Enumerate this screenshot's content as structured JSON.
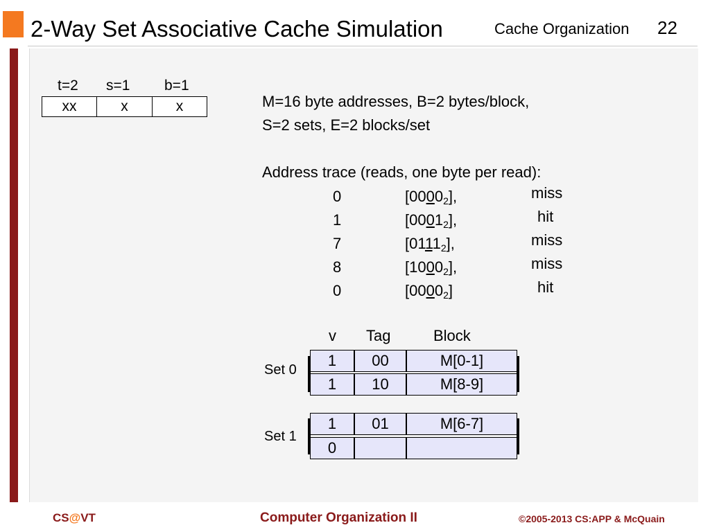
{
  "header": {
    "title": "2-Way Set Associative Cache Simulation",
    "section": "Cache Organization",
    "page_number": "22"
  },
  "address_fields": {
    "labels": [
      "t=2",
      "s=1",
      "b=1"
    ],
    "boxes": [
      "xx",
      "x",
      "x"
    ]
  },
  "params": {
    "line1": "M=16 byte addresses, B=2 bytes/block,",
    "line2": "S=2 sets, E=2 blocks/set",
    "trace_title": "Address trace (reads, one byte per read):"
  },
  "trace": [
    {
      "addr": "0",
      "prefix": "[00",
      "under": "0",
      "last": "0",
      "sub": "2",
      "suffix": "],",
      "result": "miss"
    },
    {
      "addr": "1",
      "prefix": "[00",
      "under": "0",
      "last": "1",
      "sub": "2",
      "suffix": "],",
      "result": "hit"
    },
    {
      "addr": "7",
      "prefix": "[01",
      "under": "1",
      "last": "1",
      "sub": "2",
      "suffix": "],",
      "result": "miss"
    },
    {
      "addr": "8",
      "prefix": "[10",
      "under": "0",
      "last": "0",
      "sub": "2",
      "suffix": "],",
      "result": "miss"
    },
    {
      "addr": "0",
      "prefix": "[00",
      "under": "0",
      "last": "0",
      "sub": "2",
      "suffix": "]",
      "result": "hit"
    }
  ],
  "cache": {
    "headers": {
      "v": "v",
      "tag": "Tag",
      "block": "Block"
    },
    "sets": [
      {
        "label": "Set 0",
        "lines": [
          {
            "v": "1",
            "tag": "00",
            "block": "M[0-1]"
          },
          {
            "v": "1",
            "tag": "10",
            "block": "M[8-9]"
          }
        ]
      },
      {
        "label": "Set 1",
        "lines": [
          {
            "v": "1",
            "tag": "01",
            "block": "M[6-7]"
          },
          {
            "v": "0",
            "tag": "",
            "block": ""
          }
        ]
      }
    ]
  },
  "footer": {
    "left_cs": "CS",
    "left_at": "@",
    "left_vt": "VT",
    "center": "Computer Organization II",
    "right": "©2005-2013 CS:APP & McQuain"
  },
  "colors": {
    "accent_orange": "#f47920",
    "maroon": "#8a1a1a",
    "cell_fill": "#e6e6fa"
  }
}
